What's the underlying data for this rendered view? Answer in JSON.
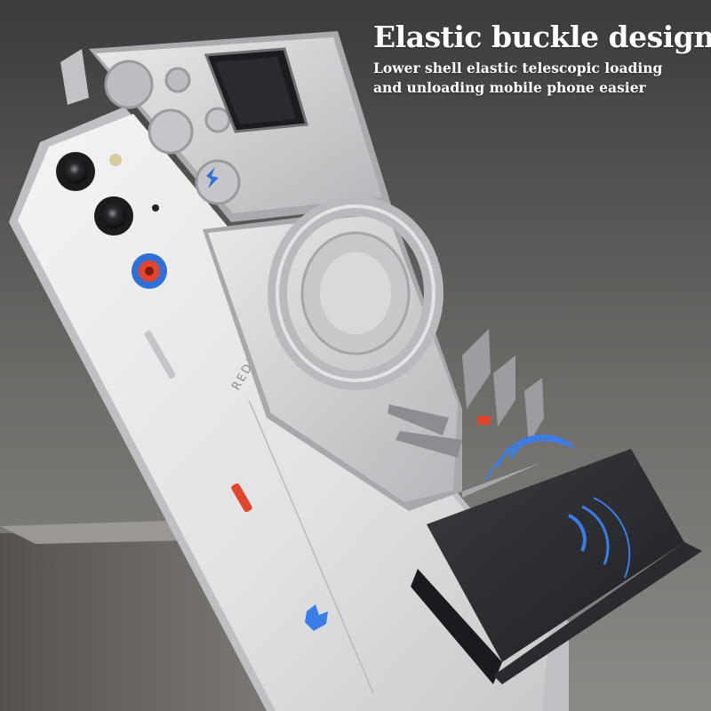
{
  "headline": {
    "title": "Elastic buckle design",
    "subtitle_line1": "Lower shell elastic telescopic loading",
    "subtitle_line2": "and unloading mobile phone easier"
  },
  "phone": {
    "brand_text": "REDMAGIC"
  },
  "colors": {
    "background_top": "#4a4846",
    "case_silver": "#d8d8da",
    "accent_blue": "#2f6fd6",
    "accent_red": "#e2452c",
    "lower_shell": "#2b2c2f"
  }
}
